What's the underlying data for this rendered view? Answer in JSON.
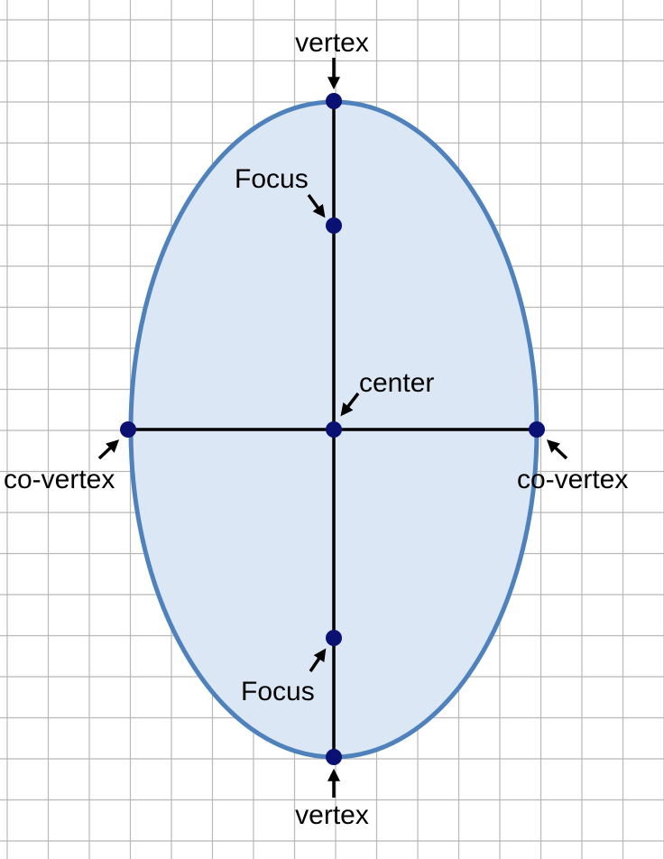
{
  "labels": {
    "vertex_top": "vertex",
    "vertex_bottom": "vertex",
    "focus_top": "Focus",
    "focus_bottom": "Focus",
    "center": "center",
    "covertex_left": "co-vertex",
    "covertex_right": "co-vertex"
  },
  "colors": {
    "ellipse_fill": "#dbe7f4",
    "ellipse_stroke": "#4f81bd",
    "point": "#0a1172",
    "axis": "#000000",
    "grid": "#b8b8b8"
  },
  "icons": {
    "arrow": "arrow-icon"
  }
}
